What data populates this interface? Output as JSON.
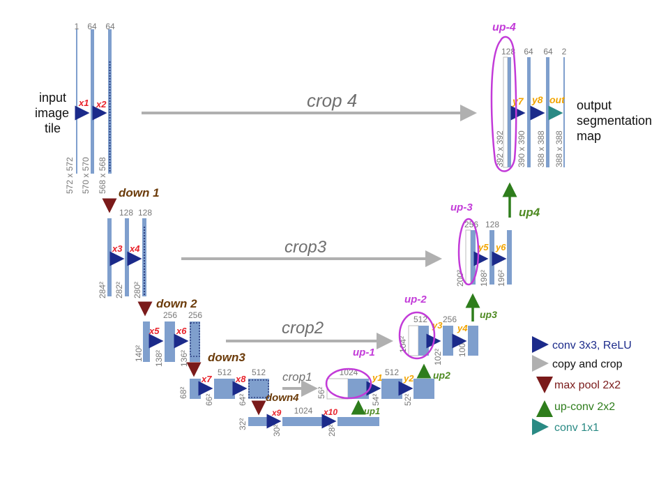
{
  "colors": {
    "block": "#7f9fcd",
    "block_stroke": "#6b8cc0",
    "conv_arrow": "#1b2a8a",
    "copy_arrow": "#b0b0b0",
    "pool_arrow": "#7a1a1a",
    "upconv_arrow": "#2e7d1c",
    "conv1x1_arrow": "#2a8a84",
    "hand_red": "#e8212a",
    "hand_brown": "#6b3b0a",
    "hand_orange": "#f2a400",
    "hand_green": "#4e8a22",
    "hand_purple": "#c23ad8",
    "hand_gray": "#6f6f6f",
    "dims_text": "#777777"
  },
  "input_label": [
    "input",
    "image",
    "tile"
  ],
  "output_label": [
    "output",
    "segmentation",
    "map"
  ],
  "channels": {
    "l1_a": "1",
    "l1_b": "64",
    "l1_c": "64",
    "l2_a": "128",
    "l2_b": "128",
    "l3_a": "256",
    "l3_b": "256",
    "l4_a": "512",
    "l4_b": "512",
    "l5_a": "1024",
    "u4_a": "1024",
    "u4_b": "512",
    "u3_a": "512",
    "u3_b": "256",
    "u2_a": "256",
    "u2_b": "128",
    "u1_a": "128",
    "u1_b": "64",
    "u1_c": "64",
    "u1_d": "2"
  },
  "dims": {
    "l1_a": "572 x 572",
    "l1_b": "570 x 570",
    "l1_c": "568 x 568",
    "l2_a": "284²",
    "l2_b": "282²",
    "l2_c": "280²",
    "l3_a": "140²",
    "l3_b": "138²",
    "l3_c": "136²",
    "l4_a": "68²",
    "l4_b": "66²",
    "l4_c": "64²",
    "l5_a": "32²",
    "l5_b": "30²",
    "l5_c": "28²",
    "u4_a": "56²",
    "u4_b": "54²",
    "u4_c": "52²",
    "u3_a": "104²",
    "u3_b": "102²",
    "u3_c": "100²",
    "u2_a": "200²",
    "u2_b": "198²",
    "u2_c": "196²",
    "u1_a": "392 x 392",
    "u1_b": "390 x 390",
    "u1_c": "388 x 388",
    "u1_d": "388 x 388"
  },
  "handwritten": {
    "crop4": "crop 4",
    "crop3": "crop3",
    "crop2": "crop2",
    "crop1": "crop1",
    "down1": "down 1",
    "down2": "down 2",
    "down3": "down3",
    "down4": "down4",
    "up1": "up-1",
    "up2": "up-2",
    "up3": "up-3",
    "up4": "up-4",
    "upconv1": "up1",
    "upconv2": "up2",
    "upconv3": "up3",
    "upconv4": "up4",
    "x1": "x1",
    "x2": "x2",
    "x3": "x3",
    "x4": "x4",
    "x5": "x5",
    "x6": "x6",
    "x7": "x7",
    "x8": "x8",
    "x9": "x9",
    "x10": "x10",
    "y1": "y1",
    "y2": "y2",
    "y3": "y3",
    "y4": "y4",
    "y5": "y5",
    "y6": "y6",
    "y7": "y7",
    "y8": "y8",
    "out": "out"
  },
  "legend": {
    "conv": "conv 3x3, ReLU",
    "copy": "copy and crop",
    "pool": "max pool 2x2",
    "upconv": "up-conv 2x2",
    "conv1x1": "conv 1x1"
  }
}
